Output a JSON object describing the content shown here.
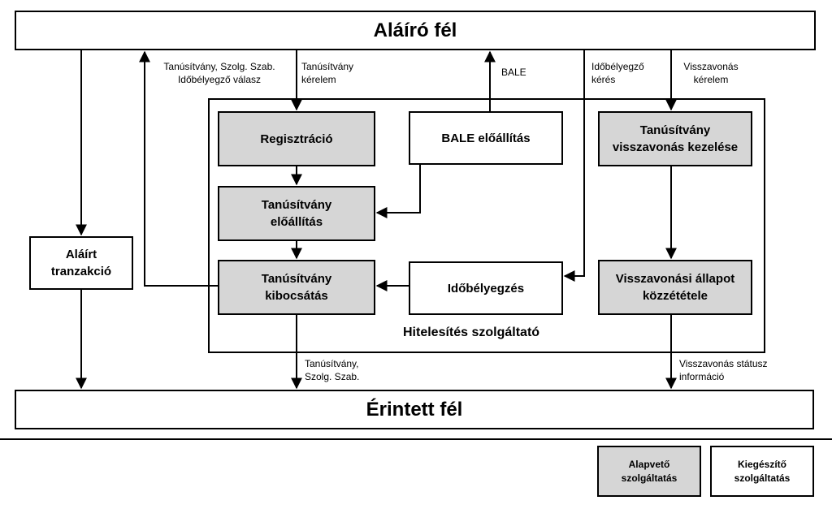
{
  "parties": {
    "signer": "Aláíró fél",
    "relying": "Érintett fél"
  },
  "provider_title": "Hitelesítés szolgáltató",
  "nodes": {
    "registration": "Regisztráció",
    "bale_generation": "BALE előállítás",
    "cert_generation": "Tanúsítvány\nelőállítás",
    "cert_issuance": "Tanúsítvány\nkibocsátás",
    "timestamping": "Időbélyegzés",
    "revocation_mgmt": "Tanúsítvány\nvisszavonás kezelése",
    "revocation_status": "Visszavonási állapot\nközzététele",
    "signed_transaction": "Aláírt\ntranzakció"
  },
  "flow_labels": {
    "response": "Tanúsítvány, Szolg. Szab.\nIdőbélyegző válasz",
    "cert_request": "Tanúsítvány\nkérelem",
    "bale": "BALE",
    "timestamp_request": "Időbélyegző\nkérés",
    "revocation_request": "Visszavonás\nkérelem",
    "cert_policy_out": "Tanúsítvány,\nSzolg. Szab.",
    "revocation_info": "Visszavonás státusz\ninformáció"
  },
  "legend": {
    "core": "Alapvető\nszolgáltatás",
    "supplementary": "Kiegészítő\nszolgáltatás"
  },
  "colors": {
    "core_fill": "#d6d6d6",
    "supplementary_fill": "#ffffff",
    "line": "#000000"
  }
}
